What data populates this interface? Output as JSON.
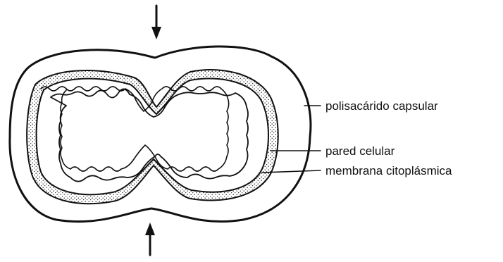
{
  "labels": {
    "capsule": "polisacárido capsular",
    "cell_wall": "pared celular",
    "membrane": "membrana citoplásmica"
  },
  "colors": {
    "ink": "#111111",
    "background": "#ffffff"
  }
}
